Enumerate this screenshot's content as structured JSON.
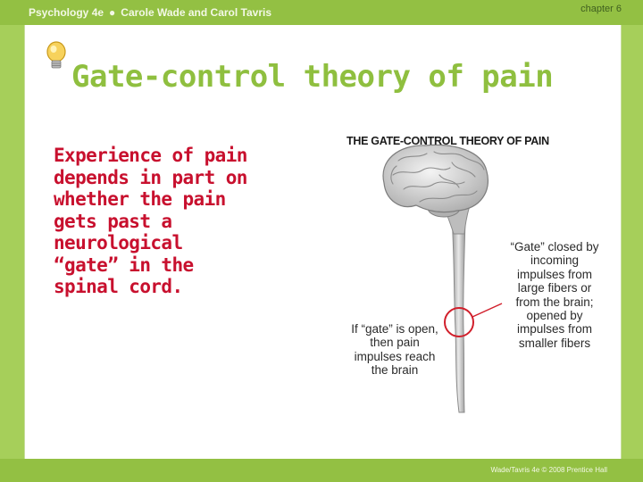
{
  "header": {
    "book_title": "Psychology 4e",
    "authors": "Carole Wade and Carol Tavris",
    "chapter": "chapter 6"
  },
  "slide": {
    "title": "Gate-control theory of pain",
    "body_lines": [
      "Experience of pain",
      "depends in part on",
      "whether the pain",
      "gets past a",
      "neurological",
      "“gate” in the",
      "spinal cord."
    ]
  },
  "figure": {
    "title": "THE GATE-CONTROL THEORY OF PAIN",
    "callout_left_lines": [
      "If “gate” is open,",
      "then pain",
      "impulses reach",
      "the brain"
    ],
    "callout_right_lines": [
      "“Gate” closed by",
      "incoming",
      "impulses from",
      "large fibers or",
      "from the brain;",
      "opened by",
      "impulses from",
      "smaller fibers"
    ]
  },
  "footer": {
    "credit": "Wade/Tavris 4e © 2008 Prentice Hall"
  },
  "colors": {
    "background_green": "#a6cf5a",
    "title_green": "#8fbf3f",
    "body_red": "#c8102e",
    "gate_circle_red": "#d11f2b"
  },
  "icons": {
    "bulb": "lightbulb-icon",
    "header_separator": "bullet"
  }
}
